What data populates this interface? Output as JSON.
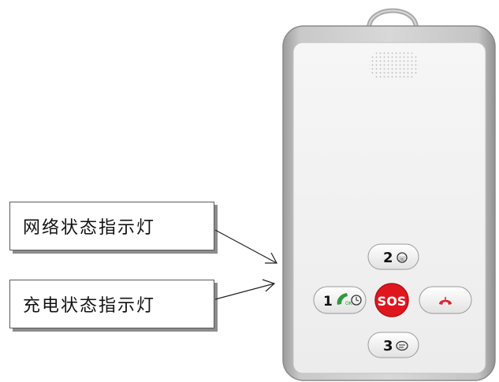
{
  "labels": {
    "network_indicator": "网络状态指示灯",
    "charging_indicator": "充电状态指示灯"
  },
  "buttons": {
    "key2": "2",
    "key1": "1",
    "key3": "3",
    "sos": "SOS"
  },
  "icons": {
    "key2": "phone-book-icon",
    "key1_a": "answer-call-icon",
    "key1_b": "clock-icon",
    "key3": "message-icon",
    "hangup": "hang-up-power-icon"
  },
  "colors": {
    "sos_red": "#e0161f",
    "hangup_red": "#d9262e",
    "answer_green": "#2f9a3a",
    "body_gray": "#b8b8b8",
    "face_white": "#f2f2f2"
  }
}
